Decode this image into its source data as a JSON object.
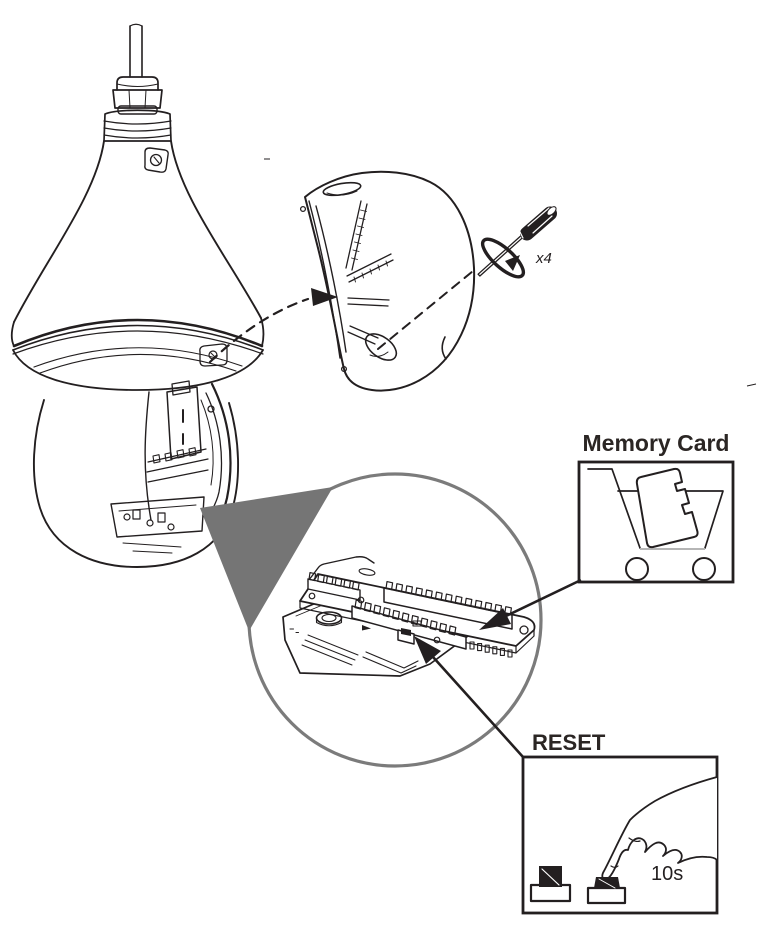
{
  "figure": {
    "type": "camera-installation-diagram",
    "description": "PTZ dome camera back-cover removal with four screws; detail view of terminal board showing memory card slot and reset button pressed for 10 seconds",
    "labels": {
      "screw_count": "x4",
      "memory_card": "Memory Card",
      "reset": "RESET",
      "press_duration": "10s"
    },
    "parts": [
      "ptz-dome-camera",
      "pendant-conduit",
      "dome-back-cover",
      "screwdriver",
      "rotation-arrow",
      "removal-dashed-arrow",
      "zoom-wedge",
      "zoom-detail-circle",
      "io-terminal-board",
      "micro-sd-card",
      "card-slot-tray",
      "reset-button",
      "pressing-hand"
    ],
    "colors": {
      "ink": "#231f20",
      "label_text": "#2b2624",
      "zoom_wedge": "#757575",
      "zoom_circle": "#7b7b7b",
      "tray_line": "#b5b5b5",
      "background": "#ffffff"
    }
  }
}
